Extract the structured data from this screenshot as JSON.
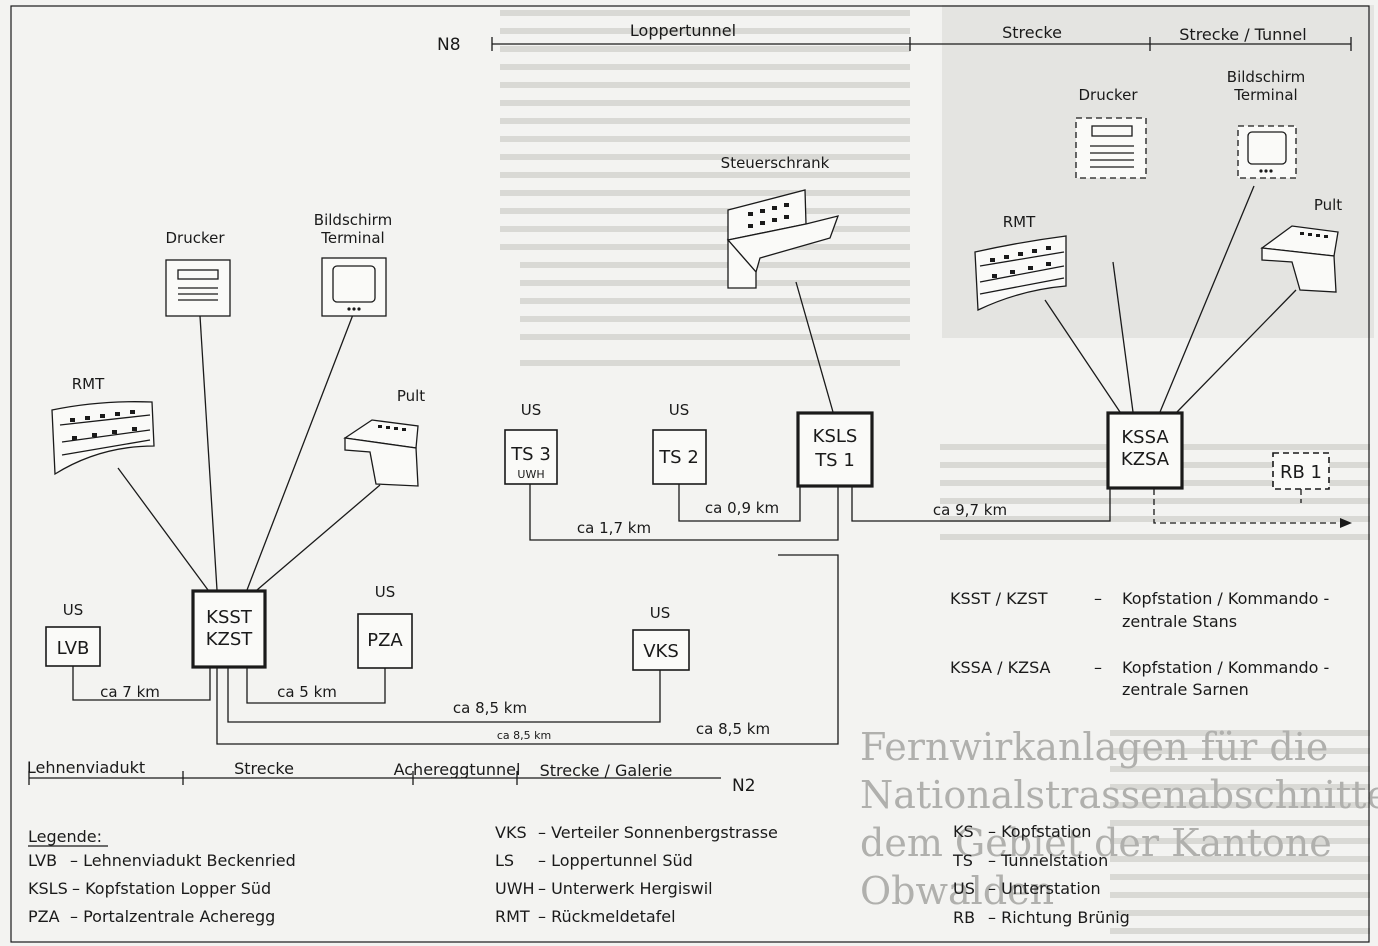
{
  "top_route": {
    "road": "N8",
    "segments": [
      "Loppertunnel",
      "Strecke",
      "Strecke / Tunnel"
    ]
  },
  "bottom_route": {
    "road": "N2",
    "segments": [
      "Lehnenviadukt",
      "Strecke",
      "Achereggtunnel",
      "Strecke / Galerie"
    ]
  },
  "devices": {
    "drucker": "Drucker",
    "bildschirm_line1": "Bildschirm",
    "bildschirm_line2": "Terminal",
    "rmt": "RMT",
    "pult": "Pult",
    "steuerschrank": "Steuerschrank"
  },
  "stations": {
    "ksst": {
      "line1": "KSST",
      "line2": "KZST"
    },
    "lvb": {
      "label": "LVB",
      "tag": "US"
    },
    "pza": {
      "label": "PZA",
      "tag": "US"
    },
    "vks": {
      "label": "VKS",
      "tag": "US"
    },
    "ts3": {
      "label": "TS 3",
      "sub": "UWH",
      "tag": "US"
    },
    "ts2": {
      "label": "TS 2",
      "tag": "US"
    },
    "ksls": {
      "line1": "KSLS",
      "line2": "TS 1"
    },
    "kssa": {
      "line1": "KSSA",
      "line2": "KZSA"
    },
    "rb1": {
      "label": "RB 1"
    }
  },
  "distances": {
    "lvb_ksst": "ca 7 km",
    "ksst_pza": "ca 5 km",
    "ksst_vks": "ca 8,5 km",
    "ksst_ksls_small": "ca 8,5 km",
    "ksst_ksls": "ca 8,5 km",
    "ts3_ksls": "ca 1,7 km",
    "ts2_ksls": "ca 0,9 km",
    "ksls_kssa": "ca 9,7 km"
  },
  "right_legend": [
    {
      "abbr": "KSST / KZST",
      "dash": "–",
      "text1": "Kopfstation / Kommando -",
      "text2": "zentrale Stans"
    },
    {
      "abbr": "KSSA / KZSA",
      "dash": "–",
      "text1": "Kopfstation / Kommando -",
      "text2": "zentrale Sarnen"
    }
  ],
  "legend": {
    "title": "Legende:",
    "col1": [
      {
        "abbr": "LVB",
        "text": "– Lehnenviadukt   Beckenried"
      },
      {
        "abbr": "KSLS",
        "text": "– Kopfstation  Lopper Süd"
      },
      {
        "abbr": "PZA",
        "text": "– Portalzentrale  Acheregg"
      }
    ],
    "col2": [
      {
        "abbr": "VKS",
        "text": "–  Verteiler  Sonnenbergstrasse"
      },
      {
        "abbr": "LS",
        "text": "–  Loppertunnel  Süd"
      },
      {
        "abbr": "UWH",
        "text": "–  Unterwerk  Hergiswil"
      },
      {
        "abbr": "RMT",
        "text": "–  Rückmeldetafel"
      }
    ],
    "col3": [
      {
        "abbr": "KS",
        "text": "–  Kopfstation"
      },
      {
        "abbr": "TS",
        "text": "–  Tunnelstation"
      },
      {
        "abbr": "US",
        "text": "–  Unterstation"
      },
      {
        "abbr": "RB",
        "text": "–  Richtung  Brünig"
      }
    ]
  },
  "background_text": {
    "h1": "Fernwirkanlagen für die",
    "h2": "Nationalstrassenabschnitte",
    "h3": "dem Gebiet der Kantone",
    "h4": "Obwalden"
  }
}
